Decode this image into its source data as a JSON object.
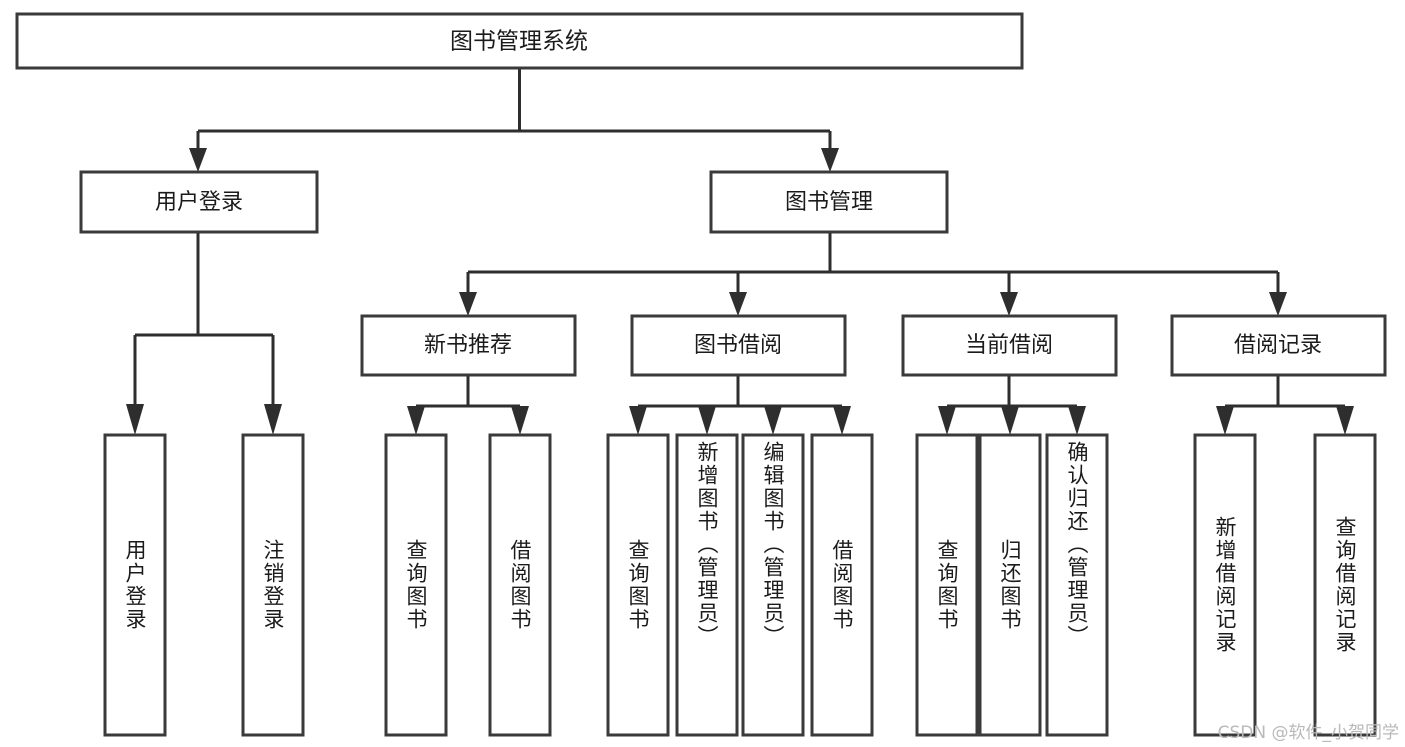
{
  "diagram": {
    "title": "图书管理系统",
    "type": "tree",
    "orientation": "top-down",
    "colors": {
      "box_stroke": "#3a3a3a",
      "box_fill": "#ffffff",
      "connector": "#2e2e2e",
      "text": "#1b1b1b",
      "watermark": "#b9b9b9",
      "background": "#ffffff"
    },
    "root": {
      "label": "图书管理系统"
    },
    "level2": [
      {
        "label": "用户登录"
      },
      {
        "label": "图书管理"
      }
    ],
    "level3": [
      {
        "label": "新书推荐"
      },
      {
        "label": "图书借阅"
      },
      {
        "label": "当前借阅"
      },
      {
        "label": "借阅记录"
      }
    ],
    "leaves": {
      "user_login": [
        {
          "label": "用户登录"
        },
        {
          "label": "注销登录"
        }
      ],
      "new_book_recommend": [
        {
          "label": "查询图书"
        },
        {
          "label": "借阅图书"
        }
      ],
      "book_borrow": [
        {
          "label": "查询图书"
        },
        {
          "label": "新增图书（管理员）"
        },
        {
          "label": "编辑图书（管理员）"
        },
        {
          "label": "借阅图书"
        }
      ],
      "current_borrow": [
        {
          "label": "查询图书"
        },
        {
          "label": "归还图书"
        },
        {
          "label": "确认归还（管理员）"
        }
      ],
      "borrow_record": [
        {
          "label": "新增借阅记录"
        },
        {
          "label": "查询借阅记录"
        }
      ]
    }
  },
  "watermark": {
    "text": "CSDN @软件_小贺同学"
  }
}
